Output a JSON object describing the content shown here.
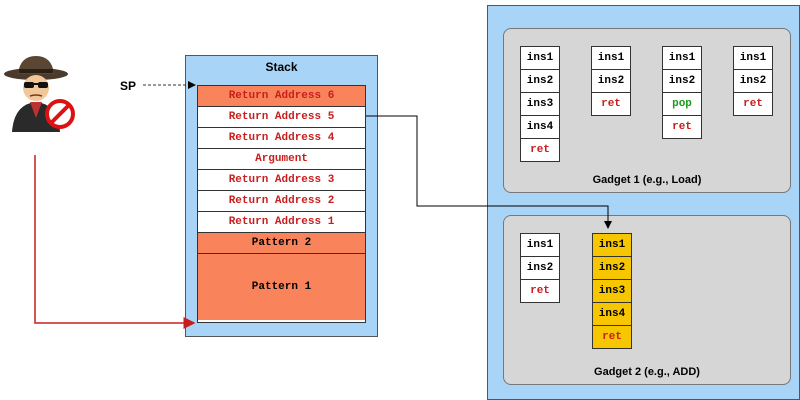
{
  "stack": {
    "title": "Stack",
    "cells": [
      {
        "text": "Return Address 6",
        "kind": "orange"
      },
      {
        "text": "Return Address 5",
        "kind": "white"
      },
      {
        "text": "Return Address 4",
        "kind": "white"
      },
      {
        "text": "Argument",
        "kind": "white"
      },
      {
        "text": "Return Address 3",
        "kind": "white"
      },
      {
        "text": "Return Address 2",
        "kind": "white"
      },
      {
        "text": "Return Address 1",
        "kind": "white"
      },
      {
        "text": "Pattern 2",
        "kind": "orange"
      },
      {
        "text": "Pattern 1",
        "kind": "orange"
      }
    ]
  },
  "sp_label": "SP",
  "gadget1": {
    "label": "Gadget 1 (e.g., Load)",
    "columns": [
      [
        "ins1",
        "ins2",
        "ins3",
        "ins4",
        "ret"
      ],
      [
        "ins1",
        "ins2",
        "ret"
      ],
      [
        "ins1",
        "ins2",
        "pop",
        "ret"
      ],
      [
        "ins1",
        "ins2",
        "ret"
      ]
    ]
  },
  "gadget2": {
    "label": "Gadget 2 (e.g., ADD)",
    "columns": [
      [
        "ins1",
        "ins2",
        "ret"
      ],
      [
        "ins1",
        "ins2",
        "ins3",
        "ins4",
        "ret"
      ]
    ]
  },
  "colors": {
    "stack_bg": "#a8d4f7",
    "orange": "#f9845b",
    "highlight": "#f6c600",
    "ret_red": "#c81e1e",
    "pop_green": "#1a9a1a",
    "attack_arrow": "#c81e1e"
  },
  "icons": {
    "attacker": "spy-attacker-icon",
    "forbidden": "no-entry-icon"
  }
}
